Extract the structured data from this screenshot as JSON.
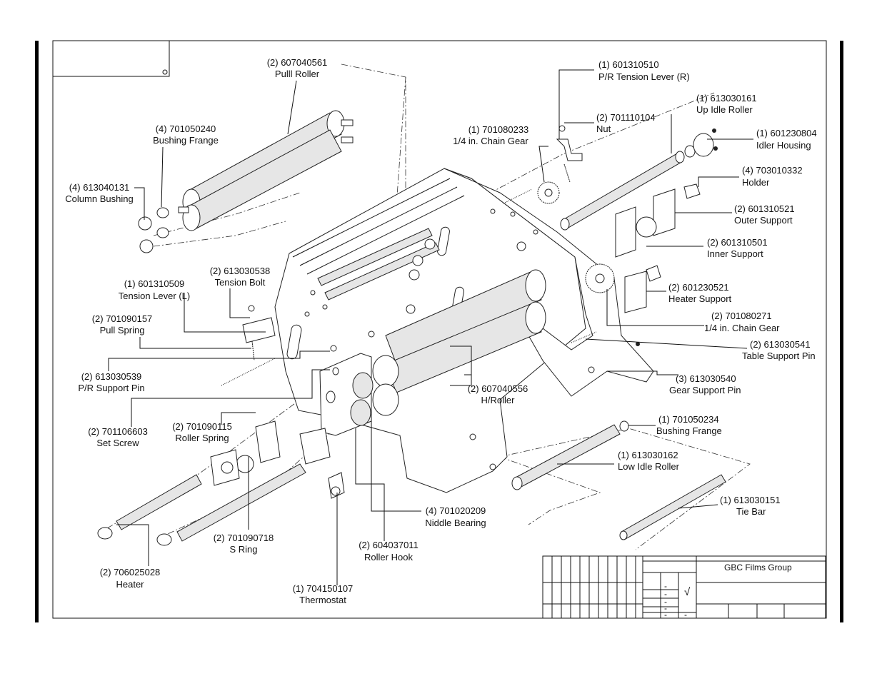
{
  "title_block": {
    "company": "GBC Films Group",
    "check_mark": "√",
    "dashes": [
      "-",
      "-",
      "-",
      "-",
      "-",
      "-"
    ]
  },
  "callouts": [
    {
      "qty_part": "(2) 607040561",
      "name": "Pulll Roller"
    },
    {
      "qty_part": "(4) 701050240",
      "name": "Bushing Frange"
    },
    {
      "qty_part": "(4) 613040131",
      "name": "Column Bushing"
    },
    {
      "qty_part": "(1) 601310509",
      "name": "Tension Lever (L)"
    },
    {
      "qty_part": "(2) 613030538",
      "name": "Tension Bolt"
    },
    {
      "qty_part": "(2) 701090157",
      "name": "Pull Spring"
    },
    {
      "qty_part": "(2) 613030539",
      "name": "P/R Support Pin"
    },
    {
      "qty_part": "(2) 701106603",
      "name": "Set Screw"
    },
    {
      "qty_part": "(2) 701090115",
      "name": "Roller Spring"
    },
    {
      "qty_part": "(2) 701090718",
      "name": "S Ring"
    },
    {
      "qty_part": "(2) 706025028",
      "name": "Heater"
    },
    {
      "qty_part": "(1) 704150107",
      "name": "Thermostat"
    },
    {
      "qty_part": "(2) 604037011",
      "name": "Roller Hook"
    },
    {
      "qty_part": "(4) 701020209",
      "name": "Niddle Bearing"
    },
    {
      "qty_part": "(2) 607040556",
      "name": "H/Roller"
    },
    {
      "qty_part": "(1) 701080233",
      "name": "1/4 in. Chain Gear"
    },
    {
      "qty_part": "(1) 601310510",
      "name": "P/R Tension Lever (R)"
    },
    {
      "qty_part": "(2) 701110104",
      "name": "Nut"
    },
    {
      "qty_part": "(1) 613030161",
      "name": "Up Idle Roller"
    },
    {
      "qty_part": "(1) 601230804",
      "name": "Idler Housing"
    },
    {
      "qty_part": "(4) 703010332",
      "name": "Holder"
    },
    {
      "qty_part": "(2) 601310521",
      "name": "Outer Support"
    },
    {
      "qty_part": "(2) 601310501",
      "name": "Inner Support"
    },
    {
      "qty_part": "(2) 601230521",
      "name": "Heater Support"
    },
    {
      "qty_part": "(2) 701080271",
      "name": "1/4 in. Chain Gear"
    },
    {
      "qty_part": "(2) 613030541",
      "name": "Table Support Pin"
    },
    {
      "qty_part": "(3) 613030540",
      "name": "Gear Support Pin"
    },
    {
      "qty_part": "(1) 701050234",
      "name": "Bushing Frange"
    },
    {
      "qty_part": "(1) 613030162",
      "name": "Low Idle Roller"
    },
    {
      "qty_part": "(1) 613030151",
      "name": "Tie Bar"
    }
  ]
}
